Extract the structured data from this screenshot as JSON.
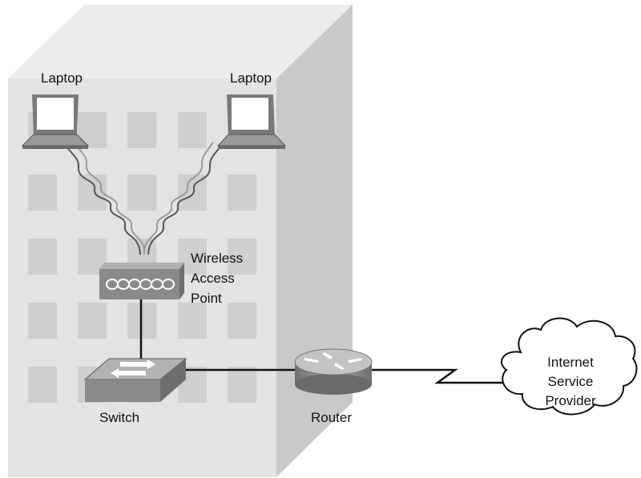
{
  "labels": {
    "laptop_left": "Laptop",
    "laptop_right": "Laptop",
    "wap": [
      "Wireless",
      "Access",
      "Point"
    ],
    "switch": "Switch",
    "router": "Router",
    "isp": [
      "Internet",
      "Service",
      "Provider"
    ]
  },
  "colors": {
    "building_front": "#e3e3e3",
    "building_side": "#c9c9c9",
    "building_top": "#ececec",
    "window": "#cfcfcf",
    "device": "#8a8a8a",
    "line": "#111111"
  },
  "icons": [
    "laptop-icon",
    "wireless-access-point-icon",
    "switch-icon",
    "router-icon",
    "cloud-icon",
    "wireless-signal-icon"
  ]
}
